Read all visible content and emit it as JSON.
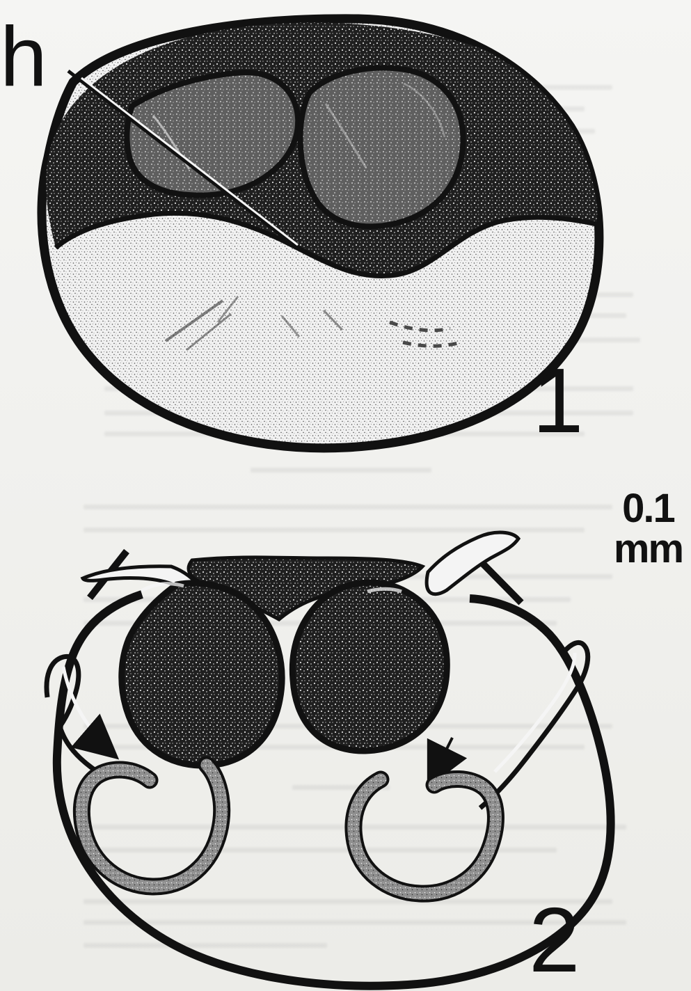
{
  "labels": {
    "h_label": "h",
    "figure_1": "1",
    "figure_2": "2"
  },
  "scale_bar": {
    "value": "0.1",
    "unit": "mm"
  },
  "colors": {
    "ink": "#111111",
    "paper": "#f3f3f0",
    "stipple_dark": "#2b2b2b",
    "stipple_light": "#8b8b8b"
  },
  "icons": {
    "figure_1": "egg-cell-illustration",
    "figure_2": "reproductive-structure-illustration",
    "arrows": "arrow-icon"
  }
}
